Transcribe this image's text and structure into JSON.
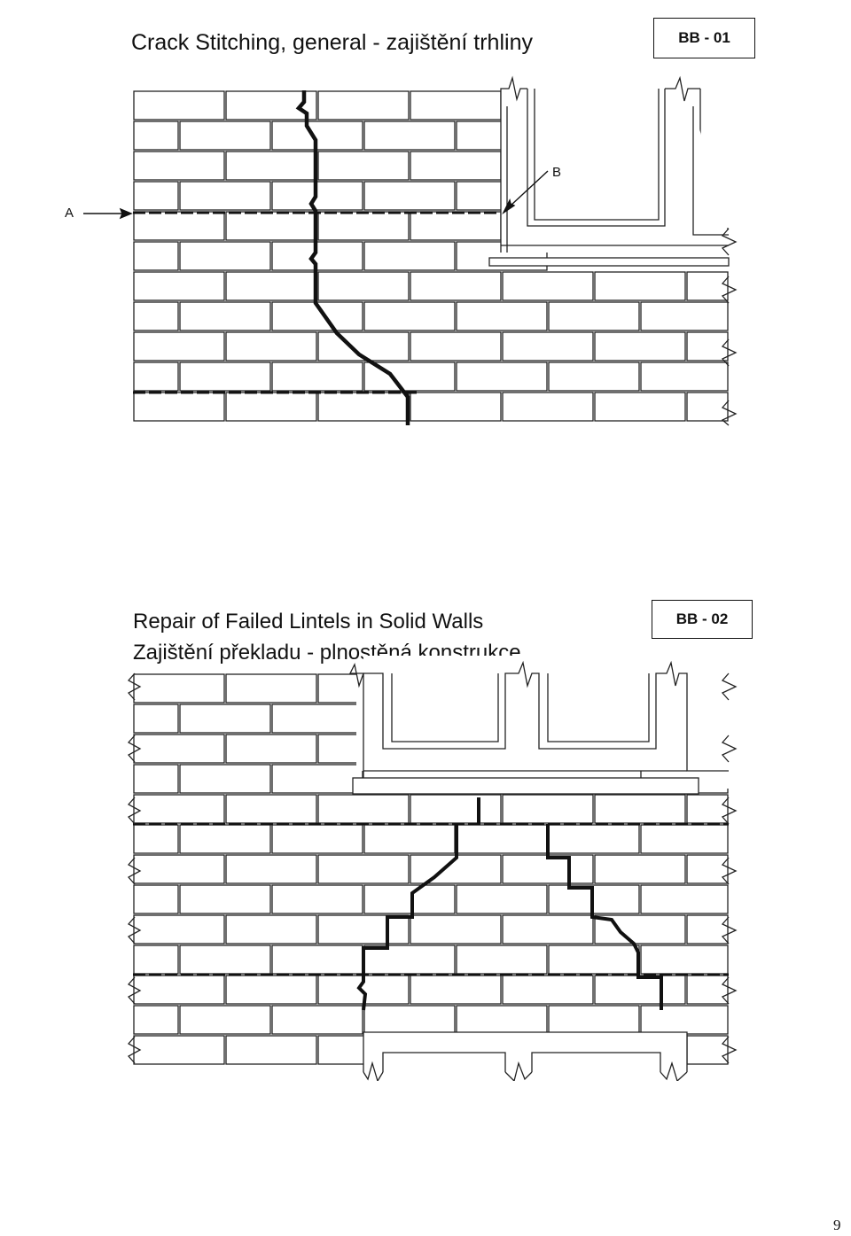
{
  "diagram1": {
    "title": "Crack Stitching, general - zajištění trhliny",
    "code": "BB - 01",
    "label_a": "A",
    "label_b": "B"
  },
  "diagram2": {
    "title": "Repair of Failed Lintels in Solid Walls",
    "subtitle": "Zajištění překladu - plnostěná konstrukce",
    "code": "BB - 02"
  },
  "page_number": "9"
}
